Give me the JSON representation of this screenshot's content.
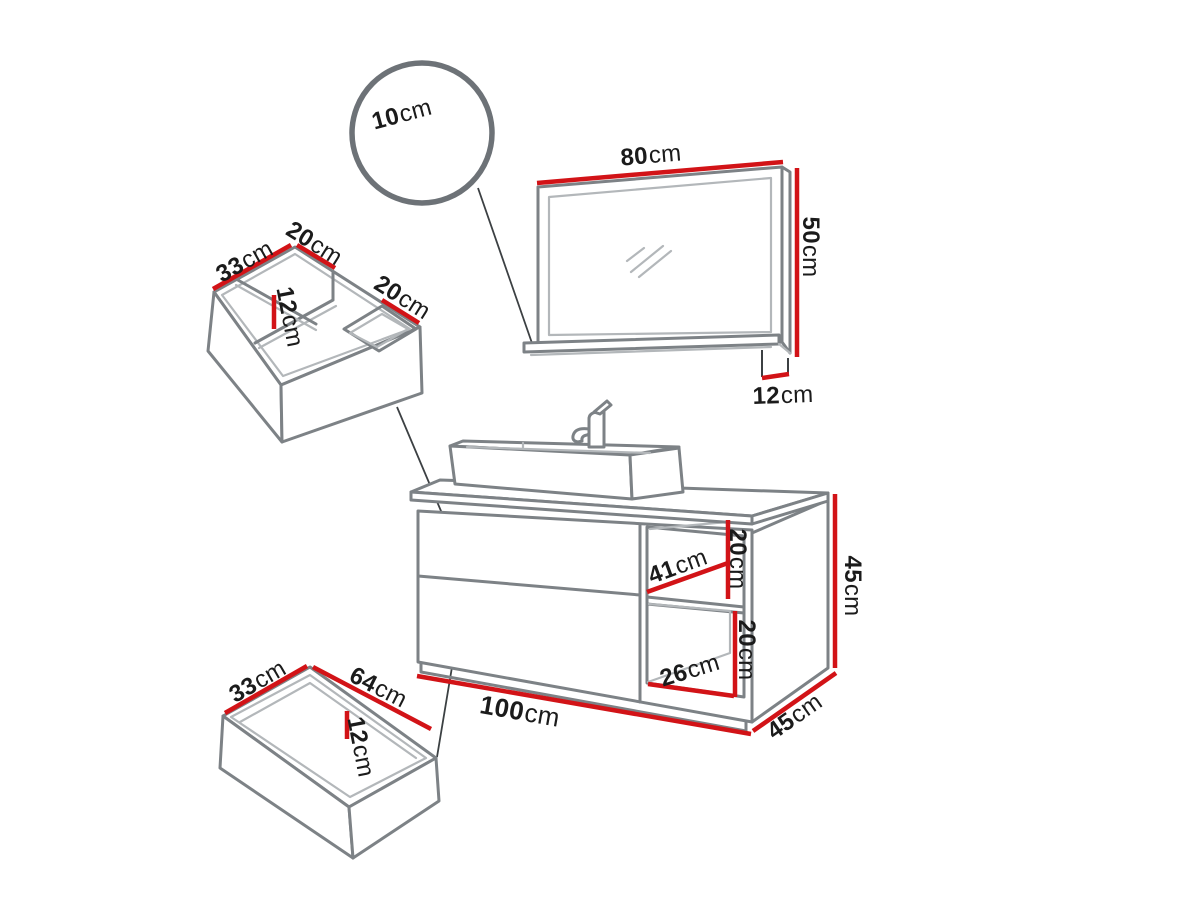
{
  "colors": {
    "background": "#ffffff",
    "dimension_red": "#d21317",
    "line_gray": "#7d8286",
    "line_light": "#b3b7ba",
    "leader_dark": "#3c4043",
    "ring_gray": "#6d7277",
    "label_text": "#1b1b1b"
  },
  "labels": {
    "detail_shelf_depth": {
      "value": "10",
      "unit": "cm"
    },
    "mirror_width": {
      "value": "80",
      "unit": "cm"
    },
    "mirror_height": {
      "value": "50",
      "unit": "cm"
    },
    "mirror_shelf_depth": {
      "value": "12",
      "unit": "cm"
    },
    "organizer_depth": {
      "value": "33",
      "unit": "cm"
    },
    "organizer_compartment_a": {
      "value": "20",
      "unit": "cm"
    },
    "organizer_height": {
      "value": "12",
      "unit": "cm"
    },
    "organizer_compartment_b": {
      "value": "20",
      "unit": "cm"
    },
    "vanity_niche_width": {
      "value": "41",
      "unit": "cm"
    },
    "vanity_niche_upper_height": {
      "value": "20",
      "unit": "cm"
    },
    "vanity_niche_lower_height": {
      "value": "20",
      "unit": "cm"
    },
    "vanity_niche_lower_width": {
      "value": "26",
      "unit": "cm"
    },
    "vanity_height": {
      "value": "45",
      "unit": "cm"
    },
    "vanity_width": {
      "value": "100",
      "unit": "cm"
    },
    "vanity_depth": {
      "value": "45",
      "unit": "cm"
    },
    "drawer_depth": {
      "value": "33",
      "unit": "cm"
    },
    "drawer_width": {
      "value": "64",
      "unit": "cm"
    },
    "drawer_height": {
      "value": "12",
      "unit": "cm"
    }
  }
}
